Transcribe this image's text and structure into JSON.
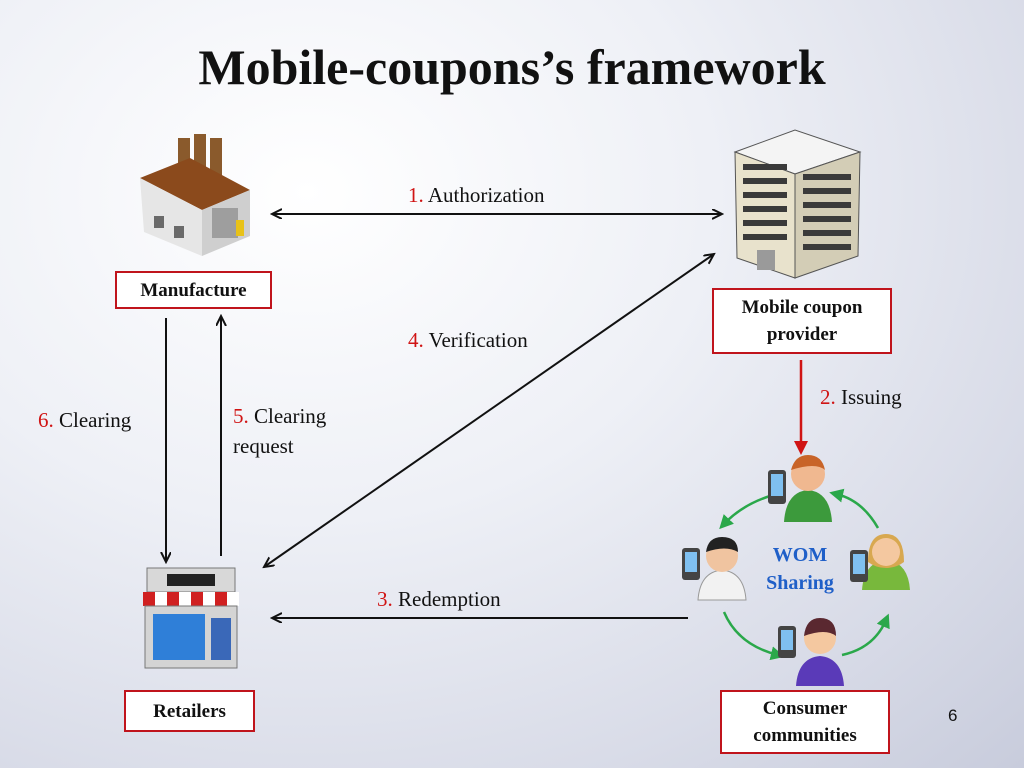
{
  "title": "Mobile-coupons’s framework",
  "nodes": {
    "manufacture": "Manufacture",
    "provider": "Mobile coupon provider",
    "retailers": "Retailers",
    "consumers": "Consumer communities"
  },
  "steps": [
    {
      "num": "1.",
      "text": "Authorization"
    },
    {
      "num": "2.",
      "text": "Issuing"
    },
    {
      "num": "3.",
      "text": "Redemption"
    },
    {
      "num": "4.",
      "text": "Verification"
    },
    {
      "num": "5.",
      "text": "Clearing request"
    },
    {
      "num": "6.",
      "text": "Clearing"
    }
  ],
  "wom_label": "WOM Sharing",
  "page_number": "6",
  "icons": [
    "factory-icon",
    "office-building-icon",
    "store-icon",
    "consumer-group-icon"
  ],
  "colors": {
    "box_border": "#c0141c",
    "step_number": "#d01414",
    "wom_text": "#1f5fc8",
    "cycle_arrow": "#2aa84a"
  }
}
